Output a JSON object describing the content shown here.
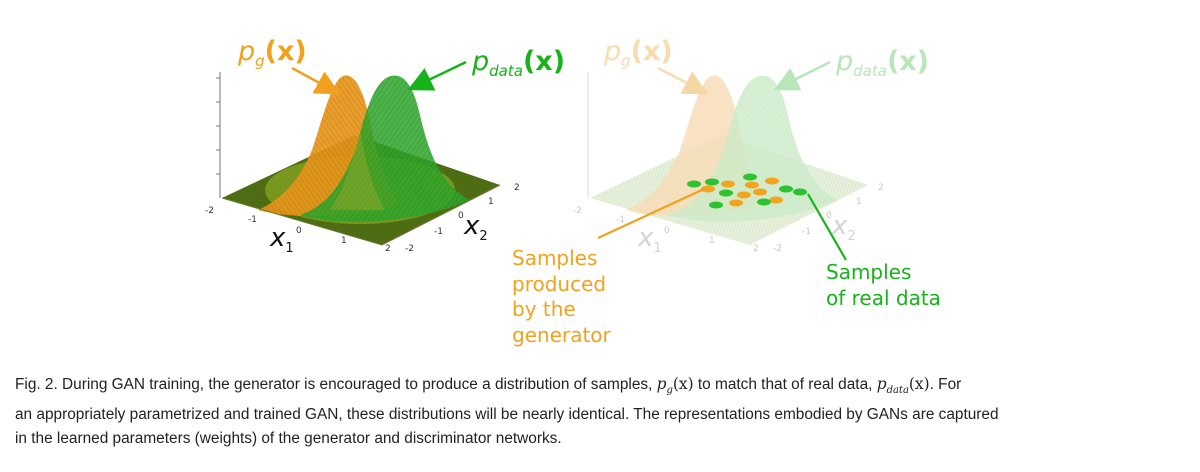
{
  "figure": {
    "colors": {
      "pg": "#f0a21e",
      "pdata": "#18b31a",
      "pg_light": "#f5d7a6",
      "pdata_light": "#a8e0a8",
      "floor": "#7a9a2a"
    },
    "left_panel": {
      "pg_label_base": "p",
      "pg_label_sub": "g",
      "pg_label_arg": "(x)",
      "pdata_label_base": "p",
      "pdata_label_sub": "data",
      "pdata_label_arg": "(x)",
      "x1_axis_label": "x",
      "x1_axis_sub": "1",
      "x2_axis_label": "x",
      "x2_axis_sub": "2",
      "x1_ticks": [
        "-2",
        "-1",
        "0",
        "1",
        "2"
      ],
      "x2_ticks": [
        "-2",
        "-1",
        "0",
        "1",
        "2"
      ]
    },
    "right_panel": {
      "pg_label_base": "p",
      "pg_label_sub": "g",
      "pg_label_arg": "(x)",
      "pdata_label_base": "p",
      "pdata_label_sub": "data",
      "pdata_label_arg": "(x)",
      "x1_axis_label": "x",
      "x1_axis_sub": "1",
      "x2_axis_label": "x",
      "x2_axis_sub": "2",
      "x1_ticks": [
        "-2",
        "-1",
        "0",
        "1",
        "2"
      ],
      "x2_ticks": [
        "-2",
        "-1",
        "0",
        "1",
        "2"
      ],
      "generator_samples_label": [
        "Samples",
        "produced",
        "by the",
        "generator"
      ],
      "real_samples_label": [
        "Samples",
        "of real data"
      ]
    }
  },
  "caption": {
    "line1_a": "Fig. 2.  During GAN training, the generator is encouraged to produce a distribution of samples, ",
    "line1_pg_base": "p",
    "line1_pg_sub": "g",
    "line1_pg_arg": "(x)",
    "line1_b": " to match that of real data, ",
    "line1_pdata_base": "p",
    "line1_pdata_sub": "data",
    "line1_pdata_arg": "(x)",
    "line1_c": ". For",
    "line2": "an appropriately parametrized and trained GAN, these distributions will be nearly identical. The representations embodied by GANs are captured",
    "line3": "in the learned parameters (weights) of the generator and discriminator networks."
  }
}
